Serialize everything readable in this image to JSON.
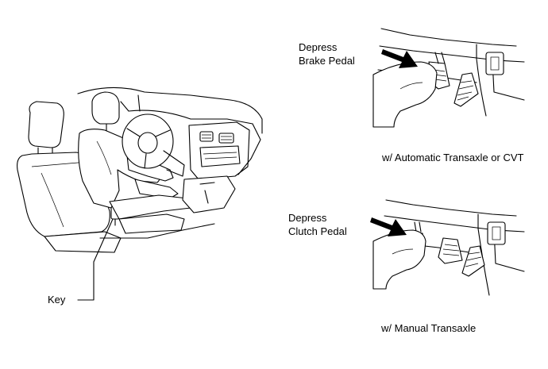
{
  "labels": {
    "brake_line1": "Depress",
    "brake_line2": "Brake Pedal",
    "auto_caption": "w/ Automatic Transaxle or CVT",
    "clutch_line1": "Depress",
    "clutch_line2": "Clutch Pedal",
    "manual_caption": "w/ Manual Transaxle",
    "key": "Key"
  },
  "icons": {
    "arrow": "depress-arrow-icon"
  }
}
